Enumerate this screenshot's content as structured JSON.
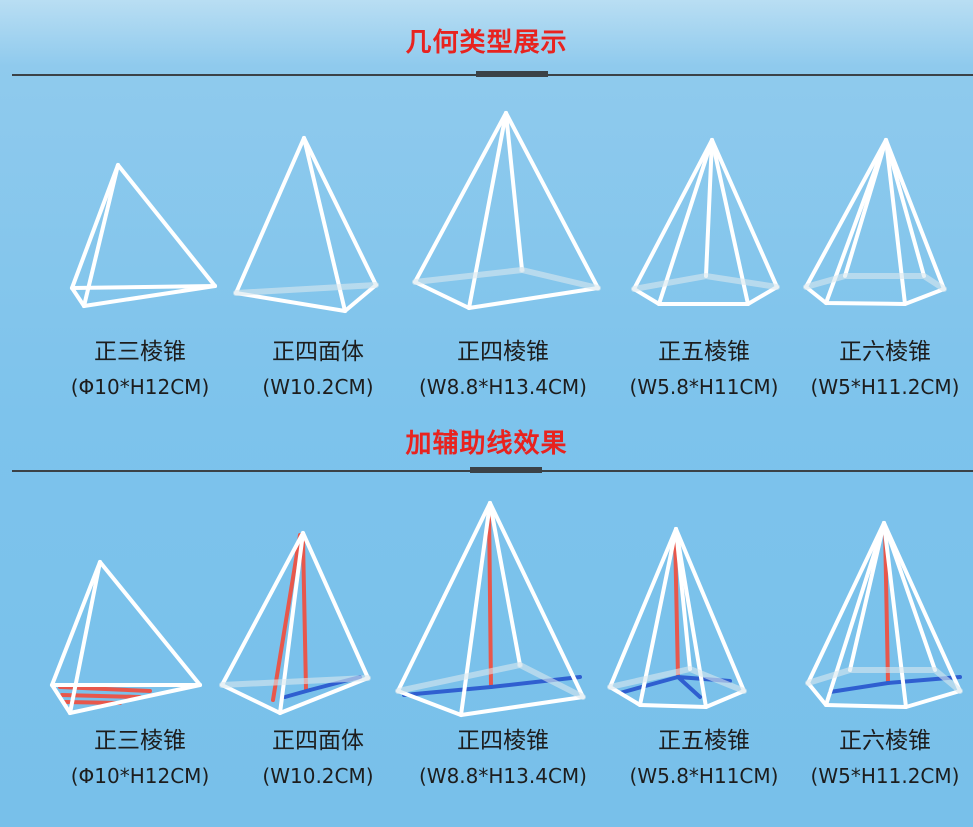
{
  "title_color": "#e8231f",
  "section_display": {
    "title": "几何类型展示",
    "items": [
      {
        "name": "正三棱锥",
        "dim": "(Φ10*H12CM)"
      },
      {
        "name": "正四面体",
        "dim": "(W10.2CM)"
      },
      {
        "name": "正四棱锥",
        "dim": "(W8.8*H13.4CM)"
      },
      {
        "name": "正五棱锥",
        "dim": "(W5.8*H11CM)"
      },
      {
        "name": "正六棱锥",
        "dim": "(W5*H11.2CM)"
      }
    ]
  },
  "section_aux": {
    "title": "加辅助线效果",
    "items": [
      {
        "name": "正三棱锥",
        "dim": "(Φ10*H12CM)"
      },
      {
        "name": "正四面体",
        "dim": "(W10.2CM)"
      },
      {
        "name": "正四棱锥",
        "dim": "(W8.8*H13.4CM)"
      },
      {
        "name": "正五棱锥",
        "dim": "(W5.8*H11CM)"
      },
      {
        "name": "正六棱锥",
        "dim": "(W5*H11.2CM)"
      }
    ]
  }
}
